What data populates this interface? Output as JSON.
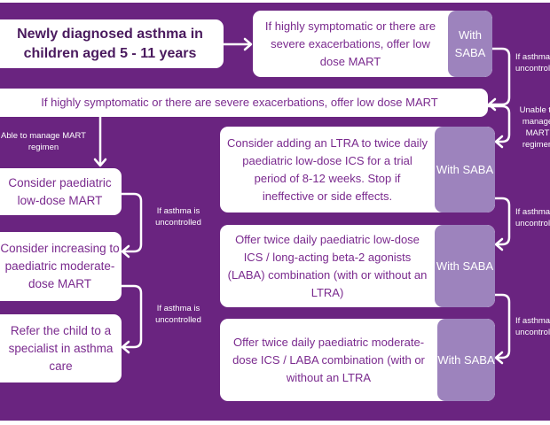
{
  "start": {
    "text": "Newly diagnosed  asthma in children aged 5 - 11 years"
  },
  "first_step": {
    "text": "If highly symptomatic or there are severe exacerbations, offer low dose MART",
    "saba": "With SABA"
  },
  "wide_step": {
    "text": "If highly symptomatic or there are severe exacerbations, offer low dose MART"
  },
  "left_path": {
    "label": "Able to manage MART regimen",
    "steps": [
      {
        "text": "Consider paediatric low-dose MART"
      },
      {
        "text": "Consider increasing to paediatric moderate-dose MART"
      },
      {
        "text": "Refer the child to a specialist in asthma care"
      }
    ],
    "transition_labels": [
      "If asthma is uncontrolled",
      "If asthma is uncontrolled"
    ]
  },
  "right_path": {
    "steps": [
      {
        "text": "Consider adding an LTRA to twice daily paediatric low-dose ICS for a trial period of 8-12 weeks. Stop if ineffective or side effects.",
        "saba": "With SABA"
      },
      {
        "text": "Offer twice daily paediatric low-dose ICS / long-acting beta-2 agonists (LABA) combination (with or without an LTRA)",
        "saba": "With SABA"
      },
      {
        "text": "Offer twice daily paediatric moderate-dose ICS / LABA combination (with or without an LTRA",
        "saba": "With SABA"
      }
    ],
    "labels": [
      "If asthma is uncontrolled",
      "Unable to manage MART regimen",
      "If asthma is uncontrolled",
      "If asthma is uncontrolled"
    ]
  },
  "colors": {
    "background": "#6a2480",
    "box": "#ffffff",
    "text": "#7a2a8e",
    "title": "#4a1a5e",
    "saba": "#9d83bd"
  }
}
